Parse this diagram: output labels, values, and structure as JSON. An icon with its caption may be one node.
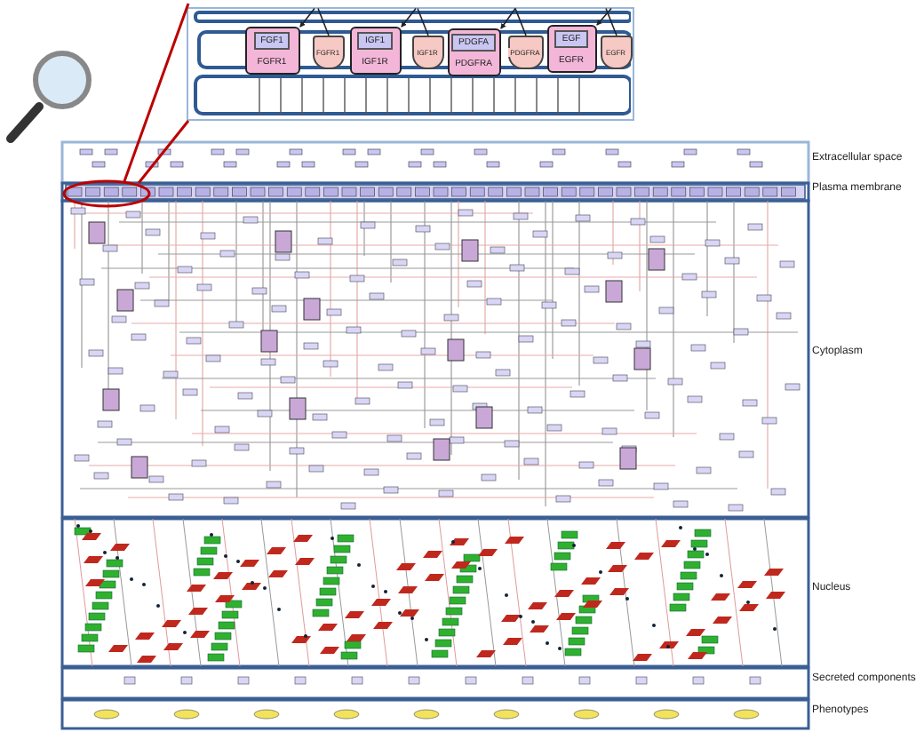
{
  "diagram": {
    "nodes": [
      {
        "text": [],
        "shape": "box"
      },
      {
        "text": [
          "FGF1",
          "FGFR1"
        ],
        "in": 0
      },
      {
        "text": [
          "FGFR1"
        ],
        "in": 0
      },
      {
        "text": [
          "IGF1",
          "IGF1R"
        ],
        "in": 0
      },
      {
        "text": [
          "IGF1R"
        ],
        "in": 0
      },
      {
        "text": [
          "PDGFA",
          "PDGFRA"
        ],
        "in": 0
      },
      {
        "text": [
          "PDGFRA"
        ],
        "in": 0
      },
      {
        "text": [
          "EGF",
          "EGFR"
        ],
        "in": 0
      },
      {
        "text": [
          "EGFR"
        ],
        "in": 0
      }
    ],
    "edges": [
      {
        "from": 0,
        "to": 1,
        "arrow": "to"
      },
      {
        "from": 0,
        "to": 2,
        "arrow": "none"
      },
      {
        "from": 0,
        "to": 3,
        "arrow": "to"
      },
      {
        "from": 0,
        "to": 4,
        "arrow": "none"
      },
      {
        "from": 0,
        "to": 5,
        "arrow": "to"
      },
      {
        "from": 0,
        "to": 6,
        "arrow": "none"
      },
      {
        "from": 0,
        "to": 7,
        "arrow": "to"
      },
      {
        "from": 0,
        "to": 8,
        "arrow": "none"
      }
    ],
    "labels": [
      "Extracellular space",
      "Plasma membrane",
      "Cytoplasm",
      "Nucleus",
      "Secreted components",
      "Phenotypes"
    ]
  }
}
